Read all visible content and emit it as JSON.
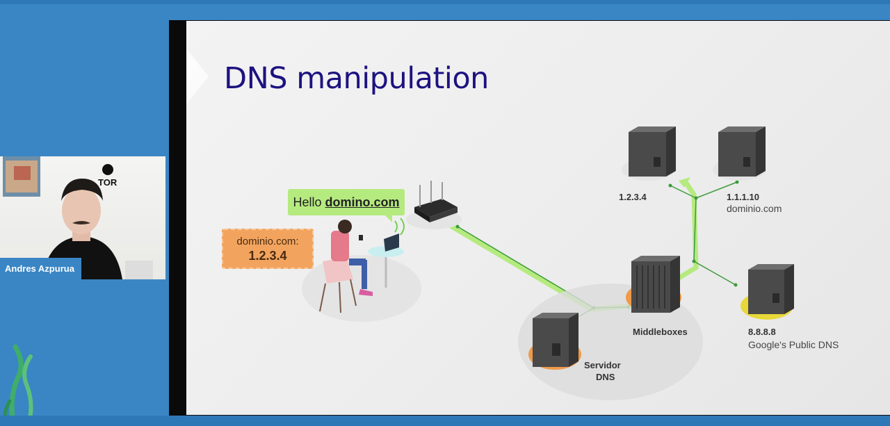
{
  "slide": {
    "title": "DNS manipulation",
    "bubble_prefix": "Hello ",
    "bubble_domain": "domino.com",
    "local_dns_label": "dominio.com:",
    "local_dns_value": "1.2.3.4",
    "servers": [
      {
        "ip": "1.2.3.4",
        "caption": ""
      },
      {
        "ip": "1.1.1.10",
        "caption": "dominio.com"
      },
      {
        "ip": "8.8.8.8",
        "caption": "Google's Public DNS"
      }
    ],
    "middleboxes_label": "Middleboxes",
    "servidor_line1": "Servidor",
    "servidor_line2": "DNS"
  },
  "participant": {
    "name": "Andres Azpurua",
    "poster_text": "TOR"
  },
  "colors": {
    "background": "#3a86c5",
    "title": "#1d1280",
    "link_green": "#b5ea7f",
    "orange": "#f2a45e",
    "yellow": "#e8d83a"
  }
}
